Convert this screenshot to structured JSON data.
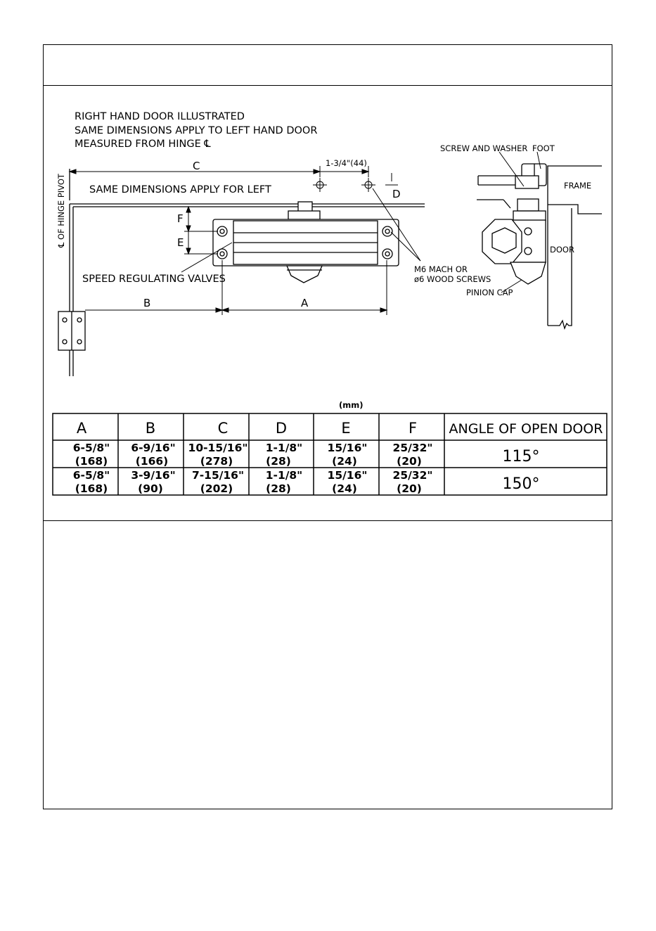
{
  "notes": {
    "line1": "RIGHT HAND DOOR ILLUSTRATED",
    "line2": "SAME DIMENSIONS APPLY TO  LEFT  HAND DOOR",
    "line3": "MEASURED FROM HINGE ℄",
    "left_note": "SAME DIMENSIONS APPLY FOR LEFT"
  },
  "labels": {
    "hinge_pivot": "℄ OF HINGE PIVOT",
    "speed_valves": "SPEED REGULATING VALVES",
    "screws_1": "M6 MACH OR",
    "screws_2": "ø6 WOOD SCREWS",
    "screw_washer": "SCREW AND WASHER",
    "foot": "FOOT",
    "frame": "FRAME",
    "door": "DOOR",
    "pinion_cap": "PINION CAP",
    "offset": "1-3/4\"(44)"
  },
  "dims": {
    "A": "A",
    "B": "B",
    "C": "C",
    "D": "D",
    "E": "E",
    "F": "F"
  },
  "table": {
    "unit": "(mm)",
    "headers": [
      "A",
      "B",
      "C",
      "D",
      "E",
      "F",
      "ANGLE OF OPEN DOOR"
    ],
    "rows": [
      {
        "cells": [
          [
            "6-5/8\"",
            "(168)"
          ],
          [
            "6-9/16\"",
            "(166)"
          ],
          [
            "10-15/16\"",
            "(278)"
          ],
          [
            "1-1/8\"",
            "(28)"
          ],
          [
            "15/16\"",
            "(24)"
          ],
          [
            "25/32\"",
            "(20)"
          ]
        ],
        "angle": "115°"
      },
      {
        "cells": [
          [
            "6-5/8\"",
            "(168)"
          ],
          [
            "3-9/16\"",
            "(90)"
          ],
          [
            "7-15/16\"",
            "(202)"
          ],
          [
            "1-1/8\"",
            "(28)"
          ],
          [
            "15/16\"",
            "(24)"
          ],
          [
            "25/32\"",
            "(20)"
          ]
        ],
        "angle": "150°"
      }
    ]
  }
}
